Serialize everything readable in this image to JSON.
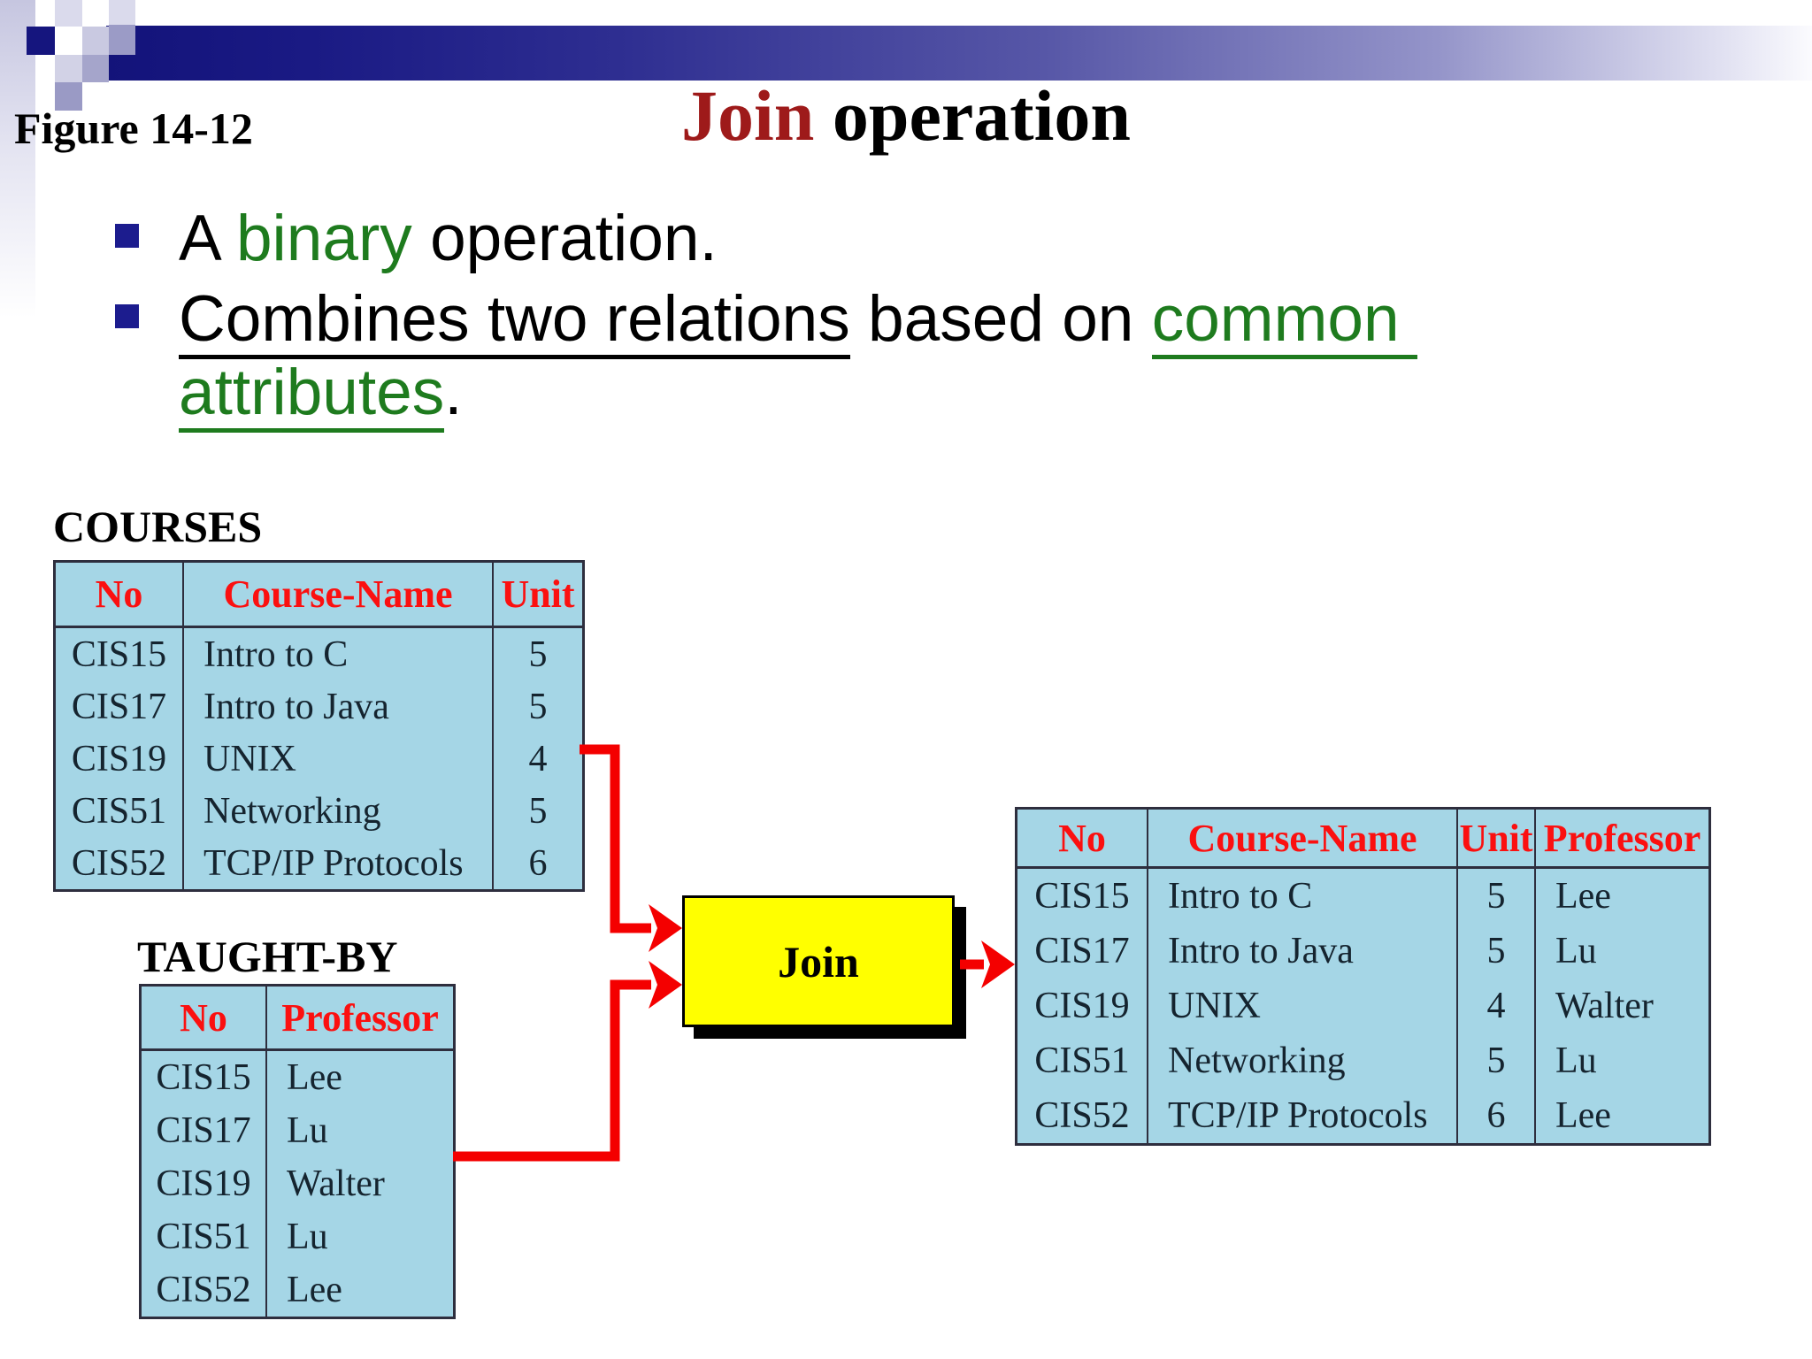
{
  "slide": {
    "figure_label": "Figure 14-12",
    "title": {
      "join_word": "Join",
      "rest": " operation"
    },
    "bullets": [
      {
        "segments": [
          {
            "text": "A ",
            "style": "plain"
          },
          {
            "text": "binary",
            "style": "green"
          },
          {
            "text": " operation.",
            "style": "plain"
          }
        ]
      },
      {
        "segments": [
          {
            "text": "Combines two relations",
            "style": "underline"
          },
          {
            "text": " based on ",
            "style": "plain"
          },
          {
            "text": "common attributes",
            "style": "green-underline"
          },
          {
            "text": ".",
            "style": "plain"
          }
        ]
      }
    ]
  },
  "join_box": {
    "label": "Join"
  },
  "tables": {
    "courses": {
      "label": "COURSES",
      "headers": [
        "No",
        "Course-Name",
        "Unit"
      ],
      "rows": [
        [
          "CIS15",
          "Intro to C",
          "5"
        ],
        [
          "CIS17",
          "Intro to Java",
          "5"
        ],
        [
          "CIS19",
          "UNIX",
          "4"
        ],
        [
          "CIS51",
          "Networking",
          "5"
        ],
        [
          "CIS52",
          "TCP/IP Protocols",
          "6"
        ]
      ]
    },
    "taught_by": {
      "label": "TAUGHT-BY",
      "headers": [
        "No",
        "Professor"
      ],
      "rows": [
        [
          "CIS15",
          "Lee"
        ],
        [
          "CIS17",
          "Lu"
        ],
        [
          "CIS19",
          "Walter"
        ],
        [
          "CIS51",
          "Lu"
        ],
        [
          "CIS52",
          "Lee"
        ]
      ]
    },
    "result": {
      "headers": [
        "No",
        "Course-Name",
        "Unit",
        "Professor"
      ],
      "rows": [
        [
          "CIS15",
          "Intro to C",
          "5",
          "Lee"
        ],
        [
          "CIS17",
          "Intro to Java",
          "5",
          "Lu"
        ],
        [
          "CIS19",
          "UNIX",
          "4",
          "Walter"
        ],
        [
          "CIS51",
          "Networking",
          "5",
          "Lu"
        ],
        [
          "CIS52",
          "TCP/IP Protocols",
          "6",
          "Lee"
        ]
      ]
    }
  },
  "colors": {
    "title_red": "#9E1A1A",
    "green": "#1E7B1E",
    "bullet_navy": "#1C1C8E",
    "bar_navy_dark": "#13137A",
    "table_fill": "#A5D6E6",
    "table_border": "#2E2E3E",
    "header_red": "#FB1010",
    "cell_text": "#15242F",
    "arrow_red": "#F40000",
    "join_yellow": "#FFFF00"
  }
}
